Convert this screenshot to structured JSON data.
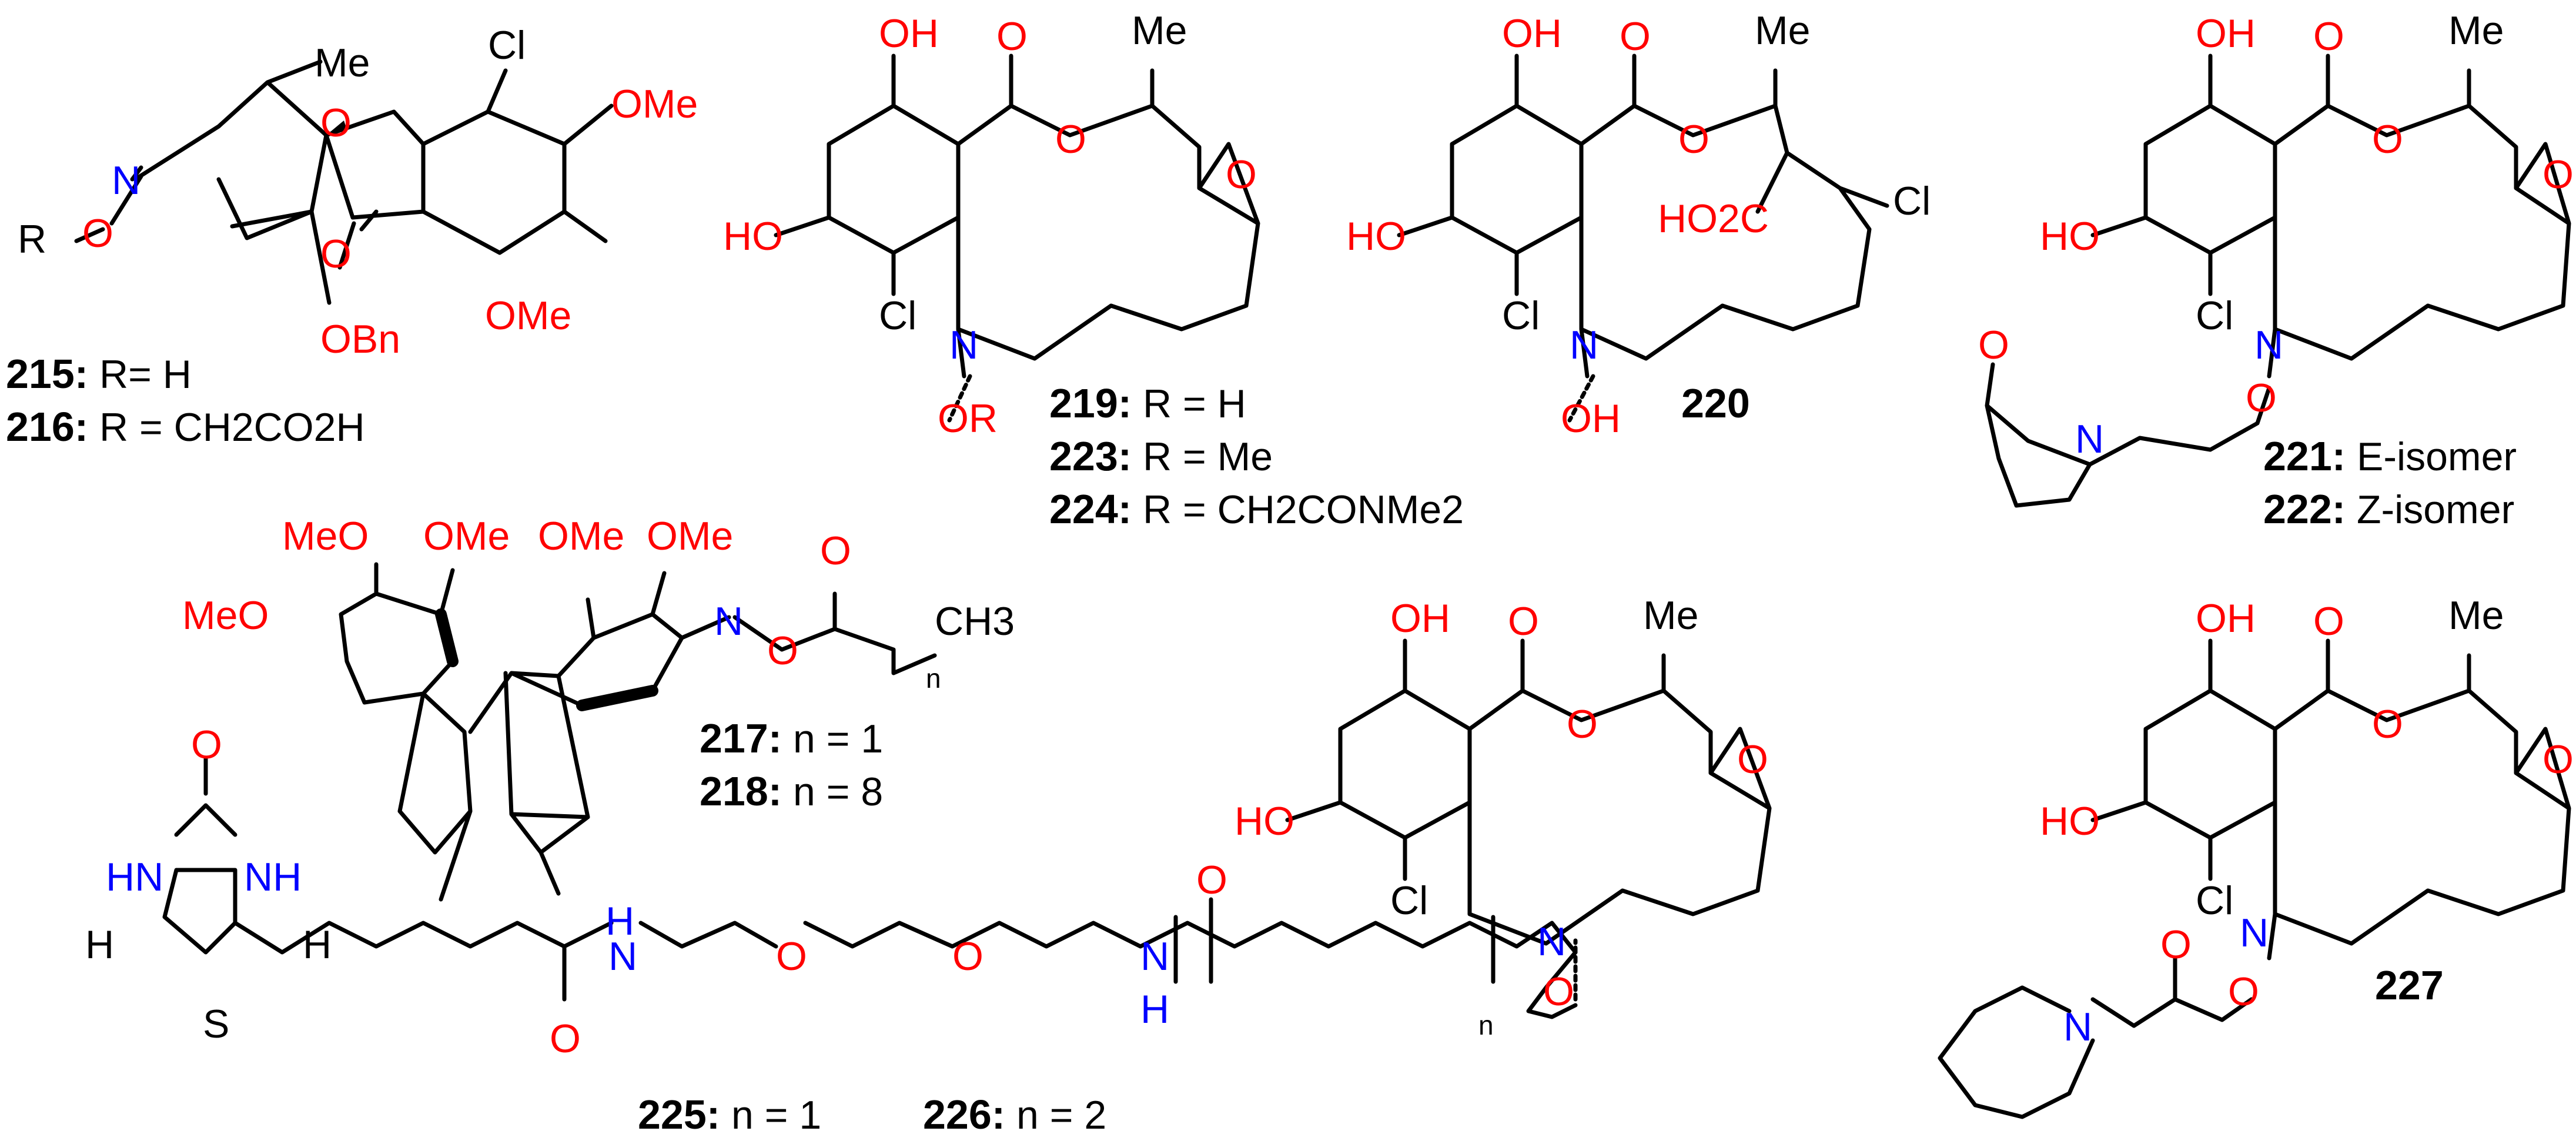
{
  "atoms": {
    "O": "O",
    "N": "N",
    "S": "S",
    "H": "H",
    "Cl": "Cl",
    "Me": "Me",
    "OMe": "OMe",
    "MeO": "MeO",
    "OH": "OH",
    "HO": "HO",
    "OBn": "OBn",
    "R": "R",
    "OR": "OR",
    "HN": "HN",
    "NH": "NH",
    "CH3": "CH3",
    "n": "n",
    "HO2C": "HO2C"
  },
  "compounds": {
    "c215": {
      "id": "215:",
      "text": " R= H"
    },
    "c216": {
      "id": "216:",
      "text": " R = CH2CO2H"
    },
    "c217": {
      "id": "217:",
      "text": " n = 1"
    },
    "c218": {
      "id": "218:",
      "text": " n = 8"
    },
    "c219": {
      "id": "219:",
      "text": " R = H"
    },
    "c223": {
      "id": "223:",
      "text": " R = Me"
    },
    "c224": {
      "id": "224:",
      "text": " R = CH2CONMe2"
    },
    "c220": {
      "id": "220",
      "text": ""
    },
    "c221": {
      "id": "221:",
      "text": " E-isomer"
    },
    "c222": {
      "id": "222:",
      "text": " Z-isomer"
    },
    "c225": {
      "id": "225:",
      "text": " n = 1"
    },
    "c226": {
      "id": "226:",
      "text": " n = 2"
    },
    "c227": {
      "id": "227",
      "text": ""
    }
  },
  "colors": {
    "oxygen": "#ff0000",
    "nitrogen": "#0000ff",
    "carbon": "#000000"
  }
}
